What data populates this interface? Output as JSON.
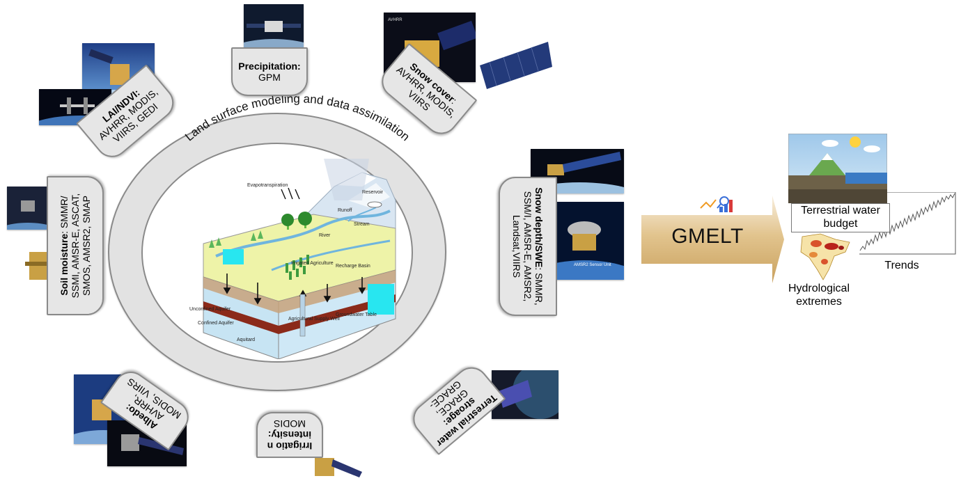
{
  "diagram": {
    "ring_title": "Land surface modeling and data assimilation",
    "center_labels": {
      "evapotranspiration": "Evapotranspiration",
      "reservoir": "Reservoir",
      "runoff": "Runoff",
      "stream": "Stream",
      "river": "River",
      "irrigated_agriculture": "Irrigated Agriculture",
      "recharge_basin": "Recharge Basin",
      "unconfined_aquifer": "Unconfined Aquifer",
      "confined_aquifer": "Confined Aquifer",
      "aquitard": "Aquitard",
      "agricultural_supply_well": "Agricultural Supply Well",
      "groundwater_table": "Groundwater Table"
    },
    "callouts": {
      "precipitation": {
        "title": "Precipitation:",
        "body": "GPM"
      },
      "snow_cover": {
        "title": "Snow cover",
        "body": ": AVHRR, MODIS, VIIRS"
      },
      "lai_ndvi": {
        "title": "LAI/NDVI:",
        "body": "AVHRR, MODIS, VIIRS, GEDI"
      },
      "soil_moisture": {
        "title": "Soil moisture",
        "body": ": SMMR/ SSMI, AMSR-E, ASCAT, SMOS, AMSR2, SMAP"
      },
      "snow_depth": {
        "title": "Snow depth/SWE",
        "body": ": SMMR, SSM/I, AMSR-E, AMSR2, Landsat,VIIRS"
      },
      "albedo": {
        "title": "Albedo:",
        "body": "AVHRR, MODIS, VIIRS"
      },
      "irrigation": {
        "title": "Irrigatio n intensity:",
        "body": "MODIS"
      },
      "tws": {
        "title": "Terrestrial water stroage:",
        "body": "GRACE, GRACE-"
      }
    },
    "photo_labels": {
      "amsr2_sensor": "AMSR2 Sensor Unit"
    },
    "gmelt": "GMELT",
    "outputs": {
      "water_budget": "Terrestrial water budget",
      "trends": "Trends",
      "extremes": "Hydrological extremes"
    },
    "colors": {
      "ring_fill": "#e2e2e2",
      "ring_stroke": "#8a8a8a",
      "callout_fill": "#e6e6e6",
      "arrow_light": "#f8eedd",
      "arrow_dark": "#c9a15e",
      "groundwater": "#c7e4f3",
      "land": "#eef3a8",
      "cyan": "#28e6f0"
    },
    "icons": [
      "satellite-icon",
      "analytics-icon",
      "tree-icon",
      "arrow-icon"
    ]
  }
}
